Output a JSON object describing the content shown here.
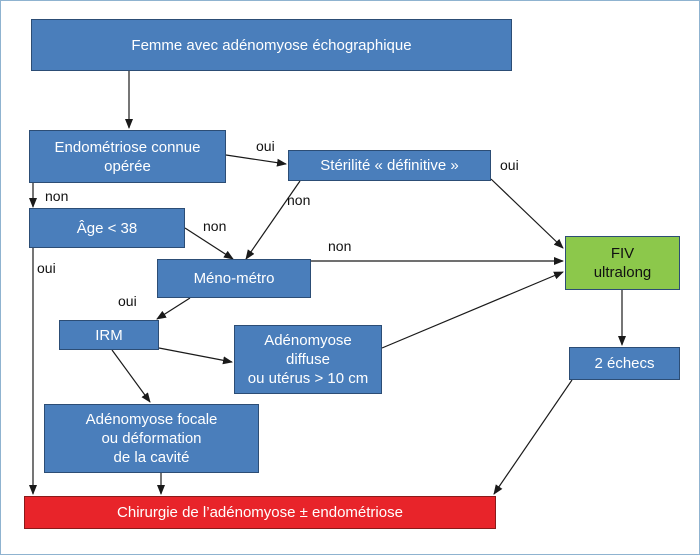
{
  "nodes": {
    "start": "Femme avec adénomyose échographique",
    "endometriosis": "Endométriose connue\nopérée",
    "sterility": "Stérilité « définitive »",
    "age": "Âge < 38",
    "menometro": "Méno-métro",
    "irm": "IRM",
    "diffuse": "Adénomyose\ndiffuse\nou utérus > 10 cm",
    "focal": "Adénomyose focale\nou déformation\nde la cavité",
    "fiv": "FIV\nultralong",
    "two_failures": "2 échecs",
    "surgery": "Chirurgie de l’adénomyose ± endométriose"
  },
  "edge_labels": {
    "endo_oui": "oui",
    "endo_non": "non",
    "sterility_oui": "oui",
    "sterility_non": "non",
    "age_non": "non",
    "age_oui": "oui",
    "meno_non": "non",
    "meno_oui": "oui"
  },
  "colors": {
    "box_blue": "#4a7ebb",
    "box_green": "#8cc84b",
    "box_red": "#e8242a",
    "frame": "#8fb3d0"
  }
}
